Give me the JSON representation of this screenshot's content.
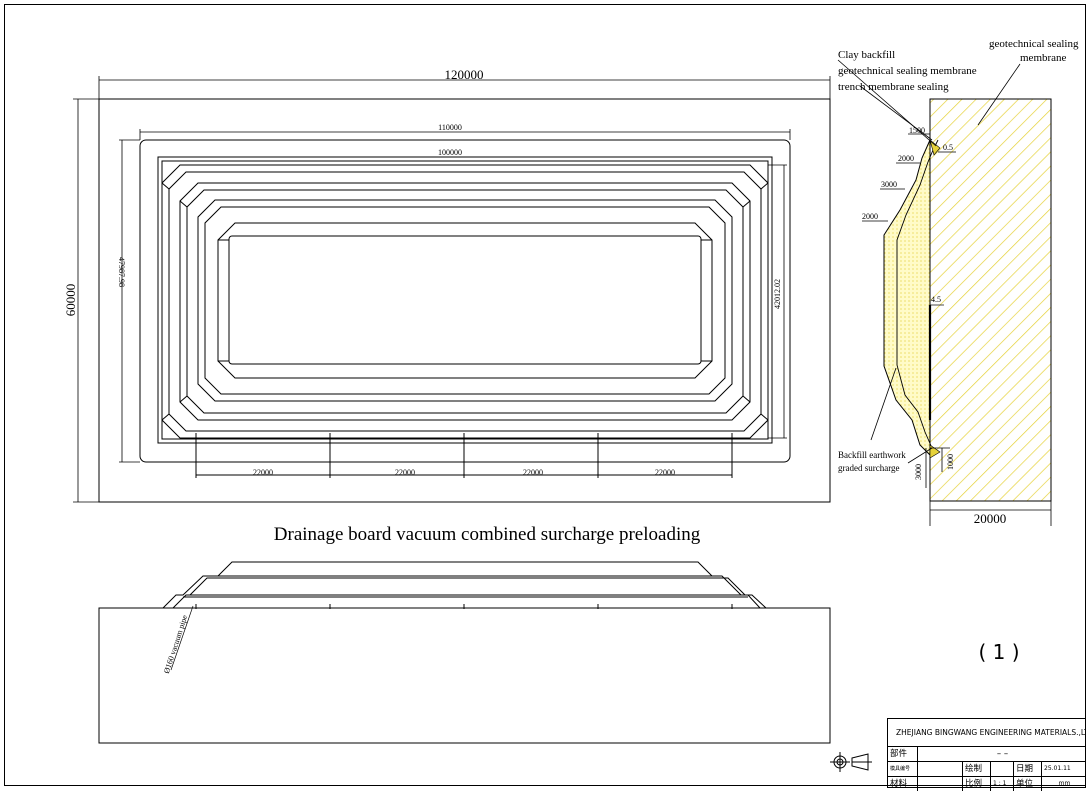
{
  "plan": {
    "overall_width": "120000",
    "overall_height": "60000",
    "inner_width_1": "110000",
    "inner_width_2": "100000",
    "inner_height_left": "47987.98",
    "inner_height_right": "42012.02",
    "spacings": [
      "22000",
      "22000",
      "22000",
      "22000"
    ]
  },
  "section": {
    "label_clay": "Clay backfill",
    "label_geo_membrane": "geotechnical sealing membrane",
    "label_trench": "trench membrane sealing",
    "label_geo_right_1": "geotechnical sealing",
    "label_geo_right_2": "membrane",
    "label_backfill_1": "Backfill earthwork",
    "label_backfill_2": "graded surcharge",
    "dims": {
      "d1500": "1500",
      "d05": "0.5",
      "d2000a": "2000",
      "d3000a": "3000",
      "d2000b": "2000",
      "d45": "4.5",
      "d1000": "1000",
      "d3000b": "3000",
      "width": "20000"
    }
  },
  "title": "Drainage board vacuum combined surcharge preloading",
  "elevation": {
    "pipe_label": "Ø160 vacuum pipe"
  },
  "sheet_number": "( 1 )",
  "title_block": {
    "company": "ZHEJIANG BINGWANG ENGINEERING MATERIALS.,LTD",
    "part_label": "部件",
    "part_value": "– –",
    "mold_no_label": "模具编号",
    "drawn_label": "绘制",
    "date_label": "日期",
    "date_value": "25.01.11",
    "material_label": "材料",
    "scale_label": "比例",
    "scale_value": "1 : 1",
    "unit_label": "单位",
    "unit_value": "mm"
  }
}
